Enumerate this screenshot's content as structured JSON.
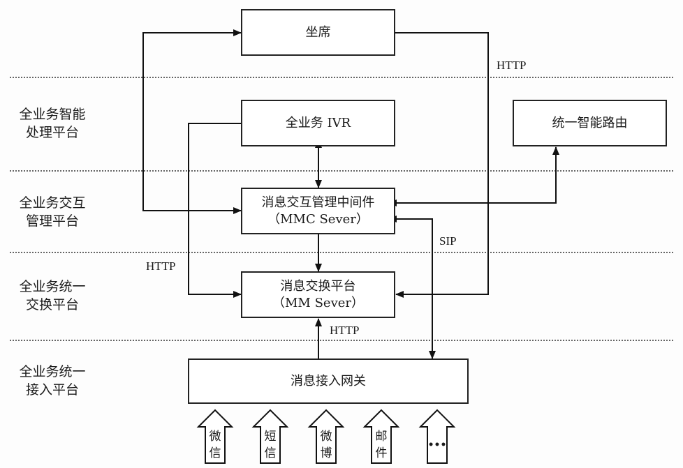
{
  "layers": [
    {
      "name": "全业务智能",
      "name2": "处理平台"
    },
    {
      "name": "全业务交互",
      "name2": "管理平台"
    },
    {
      "name": "全业务统一",
      "name2": "交换平台"
    },
    {
      "name": "全业务统一",
      "name2": "接入平台"
    }
  ],
  "boxes": {
    "agent": "坐席",
    "ivr": "全业务 IVR",
    "routing": "统一智能路由",
    "mmc": "消息交互管理中间件",
    "mmc_sub": "（MMC Sever）",
    "mm": "消息交换平台",
    "mm_sub": "（MM Sever）",
    "gateway": "消息接入网关"
  },
  "protocols": {
    "http_top": "HTTP",
    "http_left": "HTTP",
    "sip": "SIP",
    "http_bottom": "HTTP"
  },
  "sources": [
    {
      "c1": "微",
      "c2": "信"
    },
    {
      "c1": "短",
      "c2": "信"
    },
    {
      "c1": "微",
      "c2": "博"
    },
    {
      "c1": "邮",
      "c2": "件"
    },
    {
      "c1": "•••",
      "c2": ""
    }
  ]
}
